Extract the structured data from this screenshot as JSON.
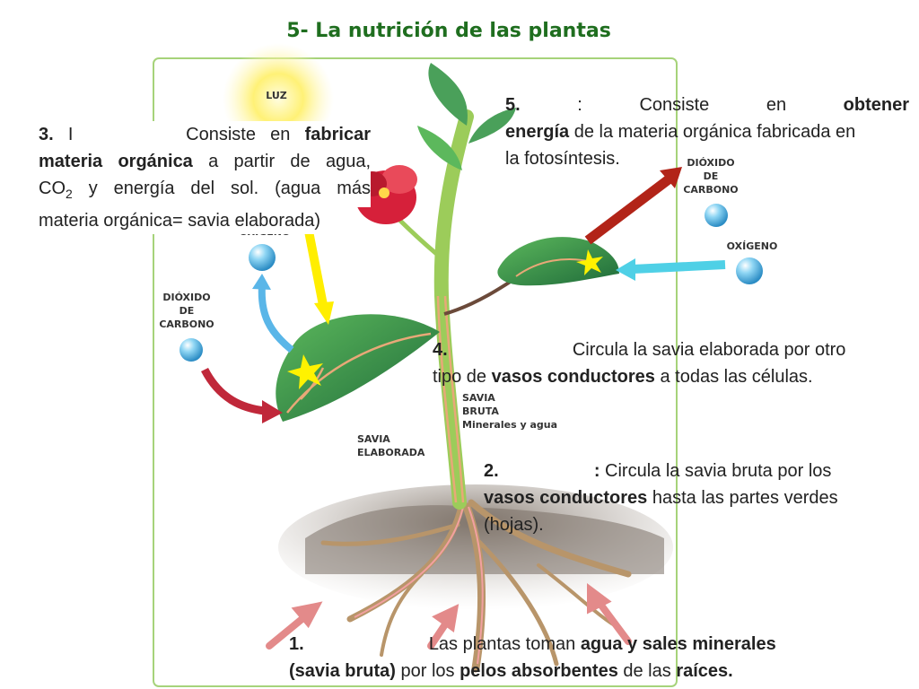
{
  "title": "5- La nutrición de las plantas",
  "labels": {
    "luz": "LUZ",
    "oxigeno_left": "OXÍGENO",
    "dioxido_left": [
      "DIÓXIDO",
      "DE",
      "CARBONO"
    ],
    "dioxido_right": [
      "DIÓXIDO",
      "DE",
      "CARBONO"
    ],
    "oxigeno_right": "OXÍGENO",
    "savia_bruta": [
      "SAVIA",
      "BRUTA",
      "Minerales y agua"
    ],
    "savia_elaborada": [
      "SAVIA",
      "ELABORADA"
    ]
  },
  "texts": {
    "t3": {
      "num": "3.",
      "mark": "I",
      "line1": "Consiste en",
      "fabricar": "fabricar",
      "materia_organica": "materia orgánica",
      "line2_rest": "a partir de agua,",
      "co": "CO",
      "sub": "2",
      "line3_rest": "y energía del sol. (agua más",
      "line4": "materia orgánica= savia elaborada)"
    },
    "t5": {
      "num": "5.",
      "colon": ":",
      "consiste": "Consiste en",
      "obtener": "obtener",
      "energia": "energía",
      "line2_rest": "de la materia orgánica fabricada en",
      "line3": "la fotosíntesis."
    },
    "t4": {
      "num": "4.",
      "line1_rest": "Circula la savia elaborada por otro",
      "line2_a": "tipo de",
      "vasos": "vasos conductores",
      "line2_b": "a todas las células."
    },
    "t2": {
      "num": "2.",
      "colon": ":",
      "line1_rest": "Circula la savia bruta por los",
      "vasos": "vasos conductores",
      "line2_rest": "hasta las partes verdes",
      "line3": "(hojas)."
    },
    "t1": {
      "num": "1.",
      "line1_a": "Las plantas toman",
      "agua": "agua y sales minerales",
      "savia": "(savia bruta)",
      "line2_a": "por los",
      "pelos": "pelos absorbentes",
      "line2_b": "de las",
      "raices": "raíces."
    }
  },
  "colors": {
    "title": "#1f6e1f",
    "frame": "#a6d37a",
    "leaf": "#2e8b57",
    "stem": "#9ccc5a",
    "sun": "#ffee33",
    "light_arrow": "#ffee00",
    "o2_arrow": "#5ab6e8",
    "co2_arrow_left": "#c0283a",
    "co2_arrow_right": "#b22418",
    "o2_arrow_right": "#4fd0e6",
    "root": "#b8956a",
    "root_arrow": "#e38a8a"
  }
}
